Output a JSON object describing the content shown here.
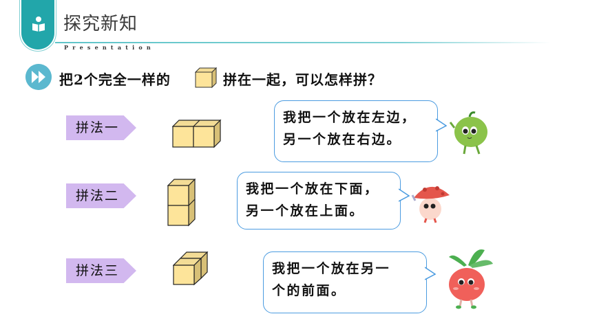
{
  "header": {
    "title": "探究新知",
    "subtitle": "Presentation",
    "icon": "reading-person-icon",
    "accent_color": "#22a6aa"
  },
  "question": {
    "icon": "fast-forward-icon",
    "text_before": "把2个完全一样的",
    "cube_icon": "cube-icon",
    "text_after": "拼在一起，可以怎样拼？"
  },
  "methods": [
    {
      "label": "拼法一",
      "arrangement": "side-by-side",
      "bubble": [
        "我把一个放在左边，",
        "另一个放在右边。"
      ],
      "character": "green-pepper-character"
    },
    {
      "label": "拼法二",
      "arrangement": "stacked",
      "bubble": [
        "我把一个放在下面，",
        "另一个放在上面。"
      ],
      "character": "mushroom-character"
    },
    {
      "label": "拼法三",
      "arrangement": "front-back",
      "bubble": [
        "我把一个放在另一",
        "个的前面。"
      ],
      "character": "radish-character"
    }
  ],
  "colors": {
    "tag": "#d2b8ef",
    "bubble_border": "#4a9be0",
    "cube_face": "#fde49a",
    "cube_side": "#e0c878"
  }
}
